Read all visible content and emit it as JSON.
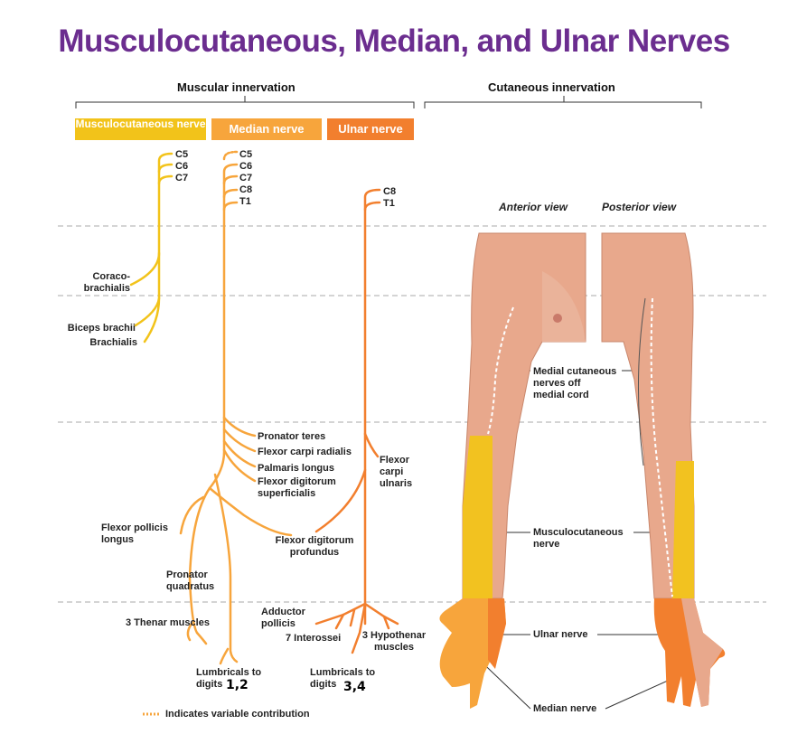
{
  "title": "Musculocutaneous, Median, and Ulnar  Nerves",
  "headers": {
    "muscular": "Muscular innervation",
    "cutaneous": "Cutaneous innervation"
  },
  "nerve_boxes": {
    "musculocutaneous": "Musculocutaneous nerve",
    "median": "Median nerve",
    "ulnar": "Ulnar nerve"
  },
  "colors": {
    "title": "#6b2d8f",
    "musculocutaneous": "#f2c31a",
    "median": "#f7a53c",
    "ulnar": "#f27f2e",
    "skin": "#e9a98e",
    "dashed_rule": "#aaaaaa"
  },
  "roots": {
    "musculocutaneous": [
      "C5",
      "C6",
      "C7"
    ],
    "median": [
      "C5",
      "C6",
      "C7",
      "C8",
      "T1"
    ],
    "ulnar": [
      "C8",
      "T1"
    ]
  },
  "muscles": {
    "coraco": "Coraco-\nbrachialis",
    "biceps": "Biceps brachii",
    "brachialis": "Brachialis",
    "pronator_teres": "Pronator teres",
    "fcr": "Flexor carpi radialis",
    "palmaris": "Palmaris longus",
    "fds": "Flexor digitorum\nsuperficialis",
    "fpl": "Flexor pollicis\nlongus",
    "pronator_quadratus": "Pronator\nquadratus",
    "fdp": "Flexor digitorum\nprofundus",
    "fcu": "Flexor\ncarpi\nulnaris",
    "thenar": "3 Thenar muscles",
    "lumbricals_12": "Lumbricals to\ndigits",
    "adductor": "Adductor\npollicis",
    "interossei": "7 Interossei",
    "hypothenar": "3 Hypothenar\nmuscles",
    "lumbricals_34": "Lumbricals to\ndigits"
  },
  "handwritten": {
    "digits_12": "1,2",
    "digits_34": "3,4"
  },
  "views": {
    "anterior": "Anterior view",
    "posterior": "Posterior view"
  },
  "cutaneous_labels": {
    "medial": "Medial cutaneous\nnerves off\nmedial cord",
    "musculocutaneous": "Musculocutaneous\nnerve",
    "ulnar": "Ulnar nerve",
    "median": "Median nerve"
  },
  "legend": "Indicates variable contribution"
}
